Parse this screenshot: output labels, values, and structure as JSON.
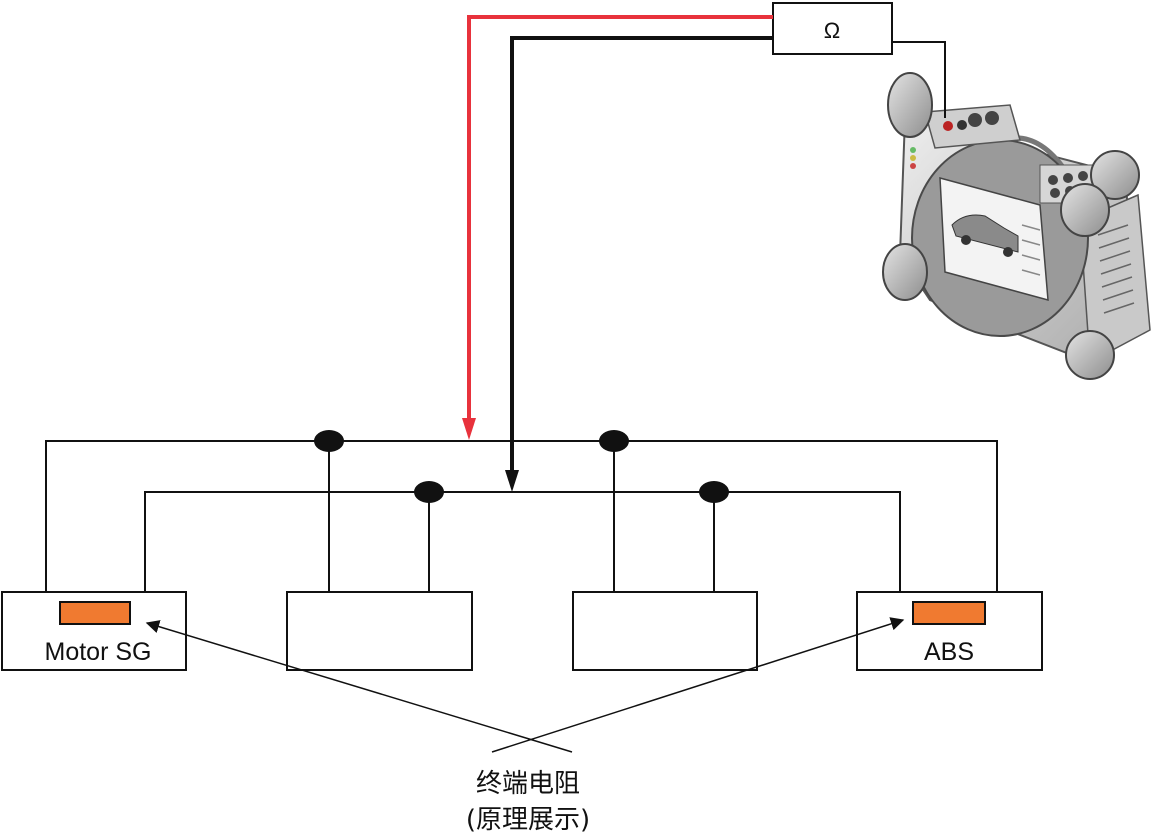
{
  "meter": {
    "symbol": "Ω"
  },
  "modules": [
    {
      "label": "Motor SG"
    },
    {
      "label": ""
    },
    {
      "label": ""
    },
    {
      "label": "ABS"
    }
  ],
  "callout": {
    "line1": "终端电阻",
    "line2": "(原理展示)"
  },
  "colors": {
    "probe_positive": "#e8323c",
    "probe_negative": "#111111",
    "resistor": "#f07a30",
    "wire": "#111111",
    "node": "#111111"
  }
}
